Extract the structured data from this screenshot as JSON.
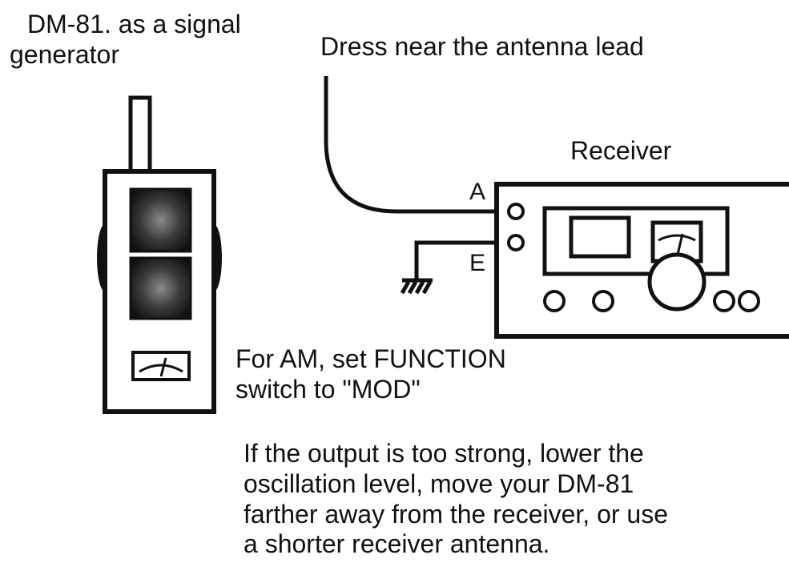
{
  "labels": {
    "generator_line1": "DM-81. as a signal",
    "generator_line2": "generator",
    "dress_note": "Dress near the antenna lead",
    "receiver": "Receiver",
    "terminal_a": "A",
    "terminal_e": "E",
    "am_note_line1": "For AM, set FUNCTION",
    "am_note_line2": "switch to \"MOD\"",
    "output_note_line1": "If the output is too strong, lower the",
    "output_note_line2": "oscillation level, move your DM-81",
    "output_note_line3": "farther away from the receiver, or use",
    "output_note_line4": "a shorter receiver antenna."
  },
  "colors": {
    "ink": "#111111",
    "background": "#ffffff"
  }
}
